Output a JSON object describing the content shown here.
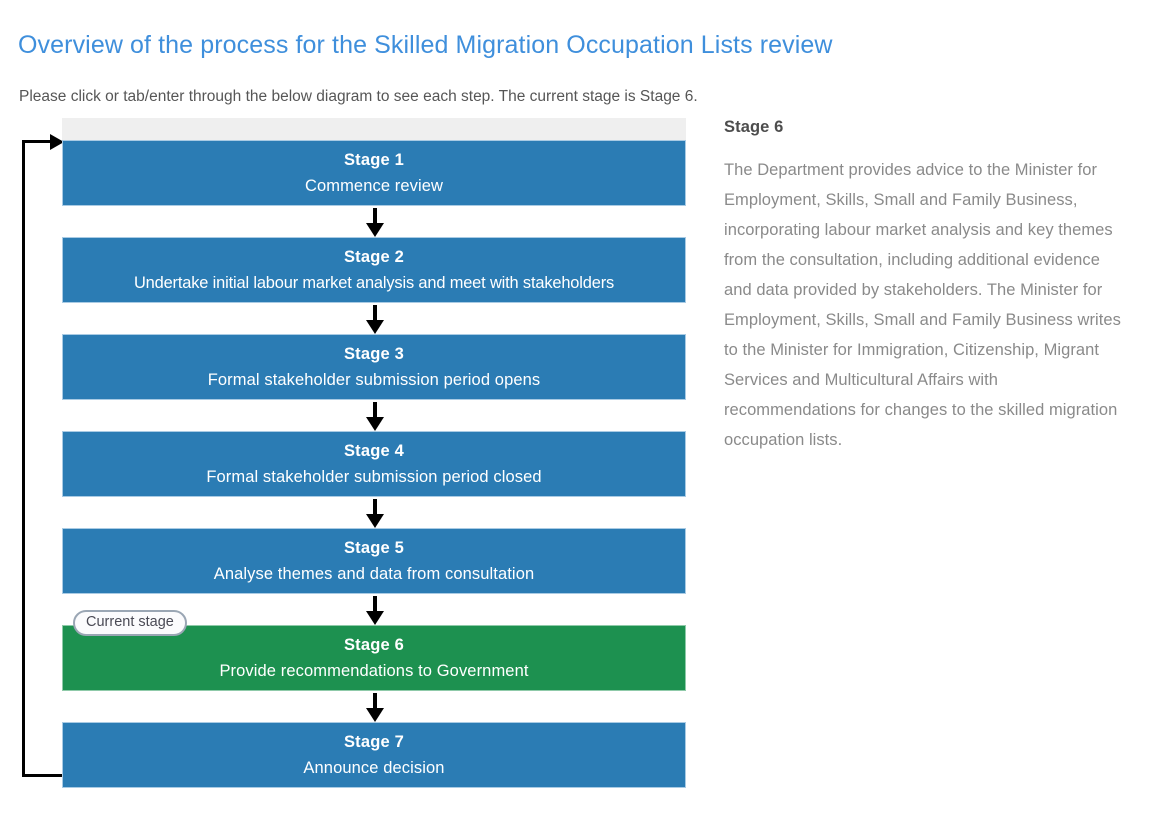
{
  "header": {
    "title": "Overview of the process for the Skilled Migration Occupation Lists review",
    "subtitle": "Please click or tab/enter through the below diagram to see each step. The current stage is Stage 6.",
    "title_color": "#3f8fdc"
  },
  "diagram": {
    "current_stage_badge": "Current stage",
    "current_stage_index": 6,
    "colors": {
      "default_box": "#2b7cb4",
      "current_box": "#1d9150",
      "top_strip": "#efefef",
      "connector": "#000000"
    },
    "stages": [
      {
        "label": "Stage 1",
        "description": "Commence review",
        "state": "default"
      },
      {
        "label": "Stage 2",
        "description": "Undertake initial labour market analysis and meet with stakeholders",
        "state": "default"
      },
      {
        "label": "Stage 3",
        "description": "Formal stakeholder submission period opens",
        "state": "default"
      },
      {
        "label": "Stage 4",
        "description": "Formal stakeholder submission period closed",
        "state": "default"
      },
      {
        "label": "Stage 5",
        "description": "Analyse themes and data from consultation",
        "state": "default"
      },
      {
        "label": "Stage 6",
        "description": "Provide recommendations to Government",
        "state": "current"
      },
      {
        "label": "Stage 7",
        "description": "Announce decision",
        "state": "default"
      }
    ]
  },
  "detail": {
    "heading": "Stage 6",
    "body": "The Department provides advice to the Minister for Employment, Skills, Small and Family Business, incorporating labour market analysis and key themes from the consultation, including additional evidence and data provided by stakeholders. The Minister for Employment, Skills, Small and Family Business writes to the Minister for Immigration, Citizenship, Migrant Services and Multicultural Affairs with recommendations for changes to the skilled migration occupation lists."
  }
}
